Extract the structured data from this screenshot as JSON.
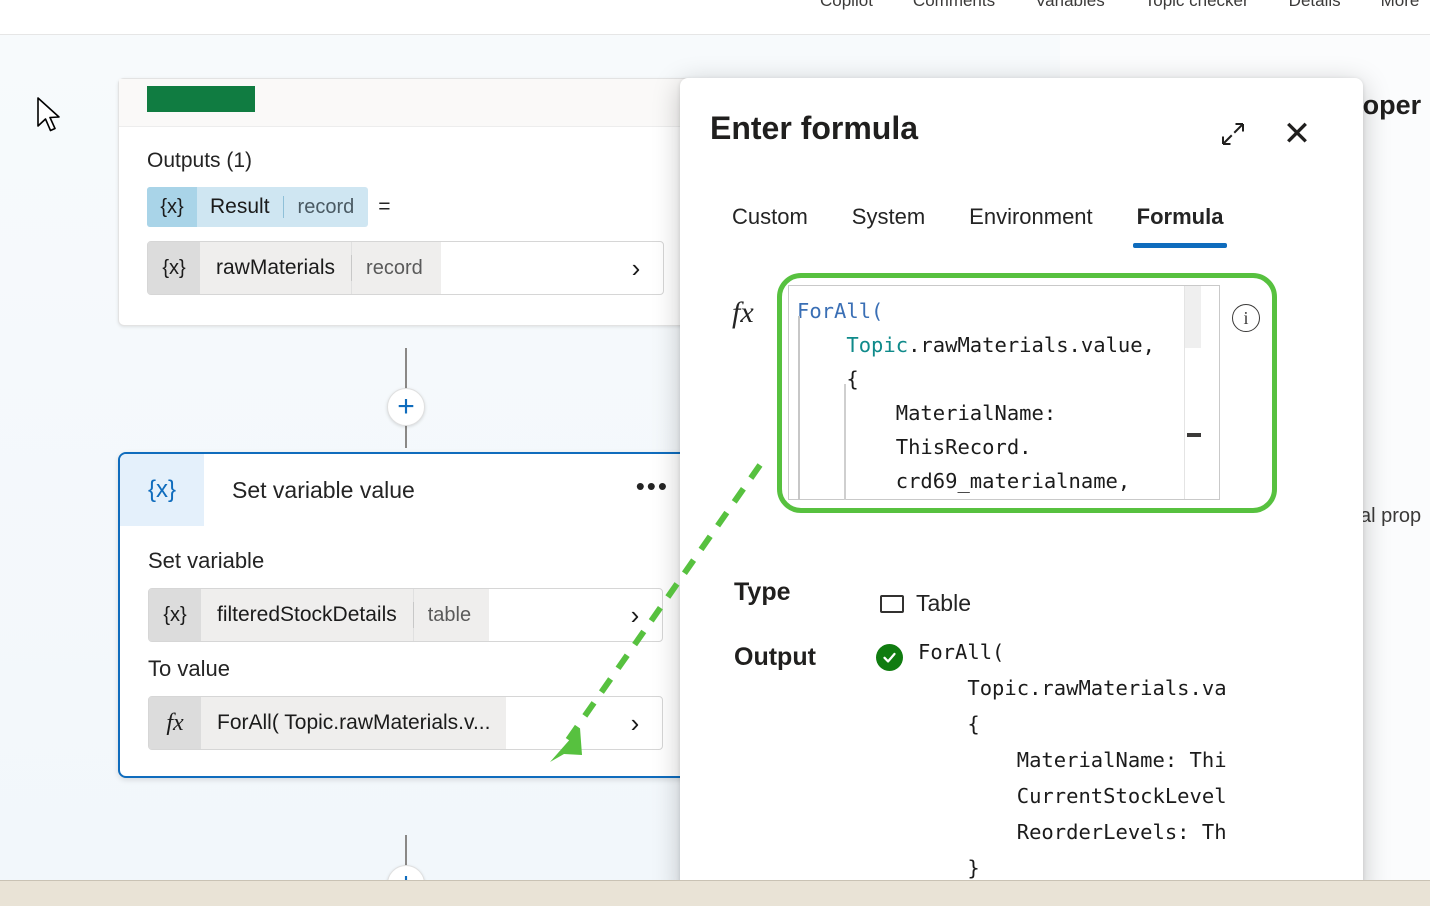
{
  "toolbar": {
    "items": [
      "Copilot",
      "Comments",
      "Variables",
      "Topic checker",
      "Details",
      "More"
    ]
  },
  "properties_pane": {
    "title": "Set variable value proper",
    "clipped_text": "al prop"
  },
  "canvas": {
    "prev_node": {
      "outputs_label": "Outputs (1)",
      "result_pill": {
        "icon": "variable-braces-icon",
        "name": "Result",
        "type": "record",
        "equals": "="
      },
      "value_field": {
        "icon": "variable-braces-icon",
        "name": "rawMaterials",
        "type": "record",
        "chevron": "chevron-right-icon"
      }
    },
    "add_node_button": "+",
    "selected_node": {
      "icon": "variable-braces-icon",
      "title": "Set variable value",
      "overflow": "•••",
      "set_variable_label": "Set variable",
      "variable_field": {
        "icon": "variable-braces-icon",
        "name": "filteredStockDetails",
        "type": "table",
        "chevron": "chevron-right-icon"
      },
      "to_value_label": "To value",
      "value_field": {
        "icon": "fx-icon",
        "value": "ForAll( Topic.rawMaterials.v...",
        "chevron": "chevron-right-icon"
      }
    }
  },
  "dialog": {
    "title": "Enter formula",
    "expand_icon": "expand-diagonal-icon",
    "close_icon": "close-icon",
    "tabs": [
      {
        "label": "Custom",
        "active": false
      },
      {
        "label": "System",
        "active": false
      },
      {
        "label": "Environment",
        "active": false
      },
      {
        "label": "Formula",
        "active": true
      }
    ],
    "fx_label": "fx",
    "info_icon": "info-icon",
    "formula_lines": [
      {
        "segments": [
          {
            "t": "ForAll(",
            "c": "kw"
          }
        ]
      },
      {
        "segments": [
          {
            "t": "    ",
            "c": ""
          },
          {
            "t": "Topic",
            "c": "ns"
          },
          {
            "t": ".rawMaterials.value,",
            "c": ""
          }
        ]
      },
      {
        "segments": [
          {
            "t": "    {",
            "c": ""
          }
        ]
      },
      {
        "segments": [
          {
            "t": "        MaterialName:",
            "c": ""
          }
        ]
      },
      {
        "segments": [
          {
            "t": "        ThisRecord.",
            "c": ""
          }
        ]
      },
      {
        "segments": [
          {
            "t": "        crd69_materialname,",
            "c": ""
          }
        ]
      }
    ],
    "type": {
      "label": "Type",
      "glyph": "table-glyph-icon",
      "value": "Table"
    },
    "output": {
      "label": "Output",
      "status_icon": "success-check-icon",
      "lines": [
        "ForAll(",
        "    Topic.rawMaterials.va",
        "    {",
        "        MaterialName: Thi",
        "        CurrentStockLevel",
        "        ReorderLevels: Th",
        "    }",
        "  )"
      ]
    }
  },
  "annotation": {
    "arrow_color": "#57c13f",
    "highlight_color": "#57c13f"
  },
  "colors": {
    "accent_blue": "#0f6cbd",
    "success_green": "#107c10",
    "status_green": "#107c41",
    "highlight_green": "#57c13f"
  }
}
